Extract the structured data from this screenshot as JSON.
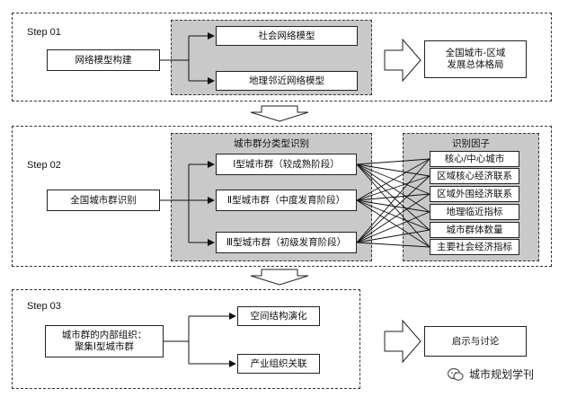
{
  "step1": {
    "label": "Step 01",
    "input": "网络模型构建",
    "models": [
      "社会网络模型",
      "地理邻近网络模型"
    ],
    "output": "全国城市-区域\n发展总体格局"
  },
  "step2": {
    "label": "Step 02",
    "input": "全国城市群识别",
    "group_title": "城市群分类型识别",
    "types": [
      "Ⅰ型城市群（较成熟阶段）",
      "Ⅱ型城市群（中度发育阶段）",
      "Ⅲ型城市群（初级发育阶段）"
    ],
    "factor_title": "识别因子",
    "factors": [
      "核心/中心城市",
      "区域核心经济联系",
      "区域外围经济联系",
      "地理临近指标",
      "城市群体数量",
      "主要社会经济指标"
    ]
  },
  "step3": {
    "label": "Step 03",
    "input": "城市群的内部组织：\n聚集Ⅰ型城市群",
    "items": [
      "空间结构演化",
      "产业组织关联"
    ],
    "output": "启示与讨论"
  },
  "watermark": "城市规划学刊"
}
